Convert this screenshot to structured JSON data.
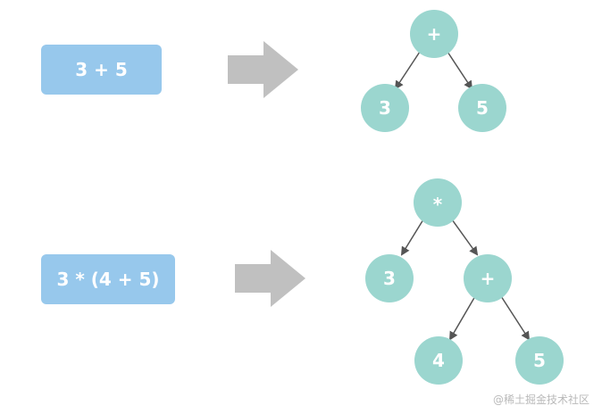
{
  "colors": {
    "box": "#97c8ec",
    "node": "#9bd6cf",
    "arrow_fill": "#c0c0c0",
    "edge": "#555555"
  },
  "examples": [
    {
      "expression": "3 + 5",
      "tree": {
        "root": "+",
        "left": "3",
        "right": "5"
      }
    },
    {
      "expression": "3 * (4 + 5)",
      "tree": {
        "root": "*",
        "left": "3",
        "right": "+",
        "right_left": "4",
        "right_right": "5"
      }
    }
  ],
  "watermark": "@稀土掘金技术社区"
}
